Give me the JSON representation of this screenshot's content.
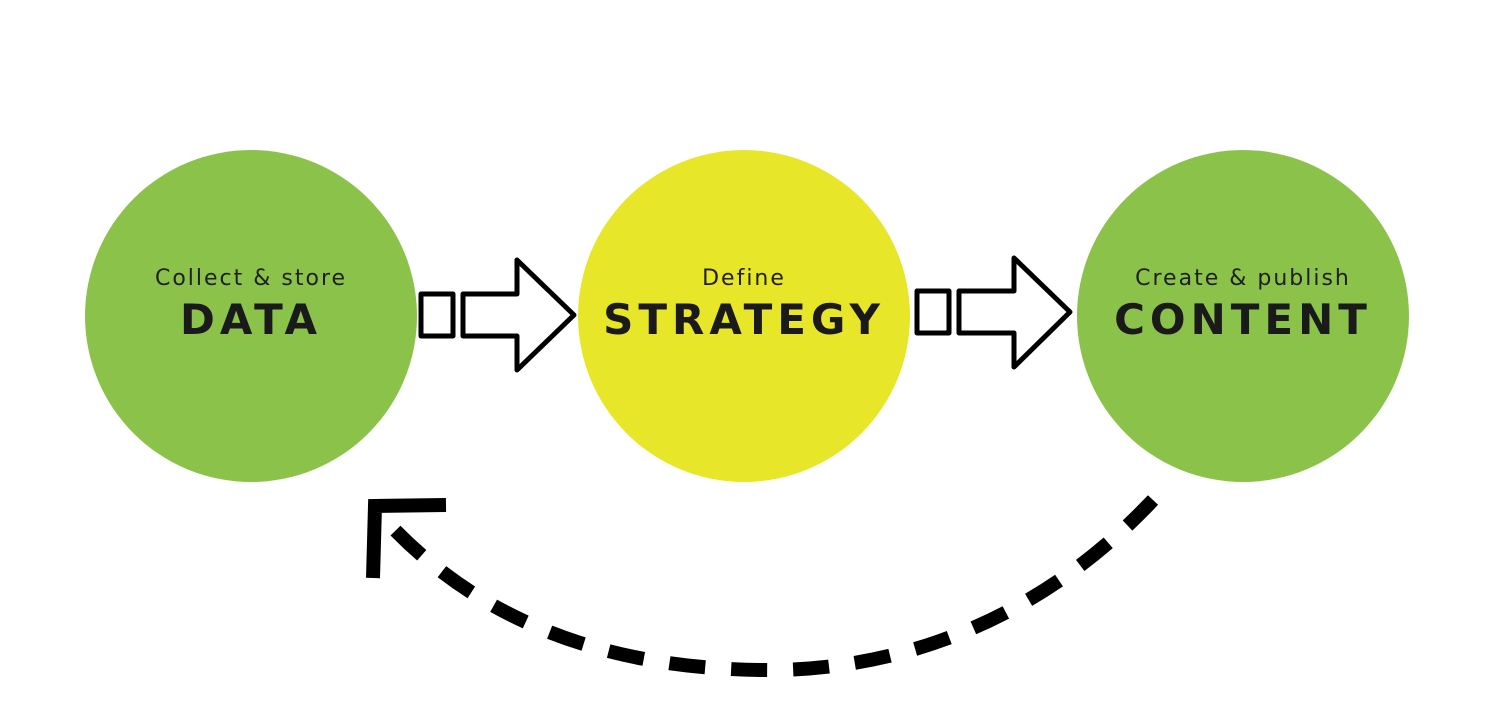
{
  "colors": {
    "green": "#8bc34a",
    "yellow": "#e8e629",
    "ink": "#000000"
  },
  "nodes": [
    {
      "subtitle": "Collect & store",
      "title": "DATA",
      "color": "#8bc34a"
    },
    {
      "subtitle": "Define",
      "title": "STRATEGY",
      "color": "#e8e629"
    },
    {
      "subtitle": "Create & publish",
      "title": "CONTENT",
      "color": "#8bc34a"
    }
  ],
  "icons": {
    "forward_arrow": "outline-block-arrow-icon",
    "loop_arrow": "dashed-curved-return-arrow-icon"
  }
}
